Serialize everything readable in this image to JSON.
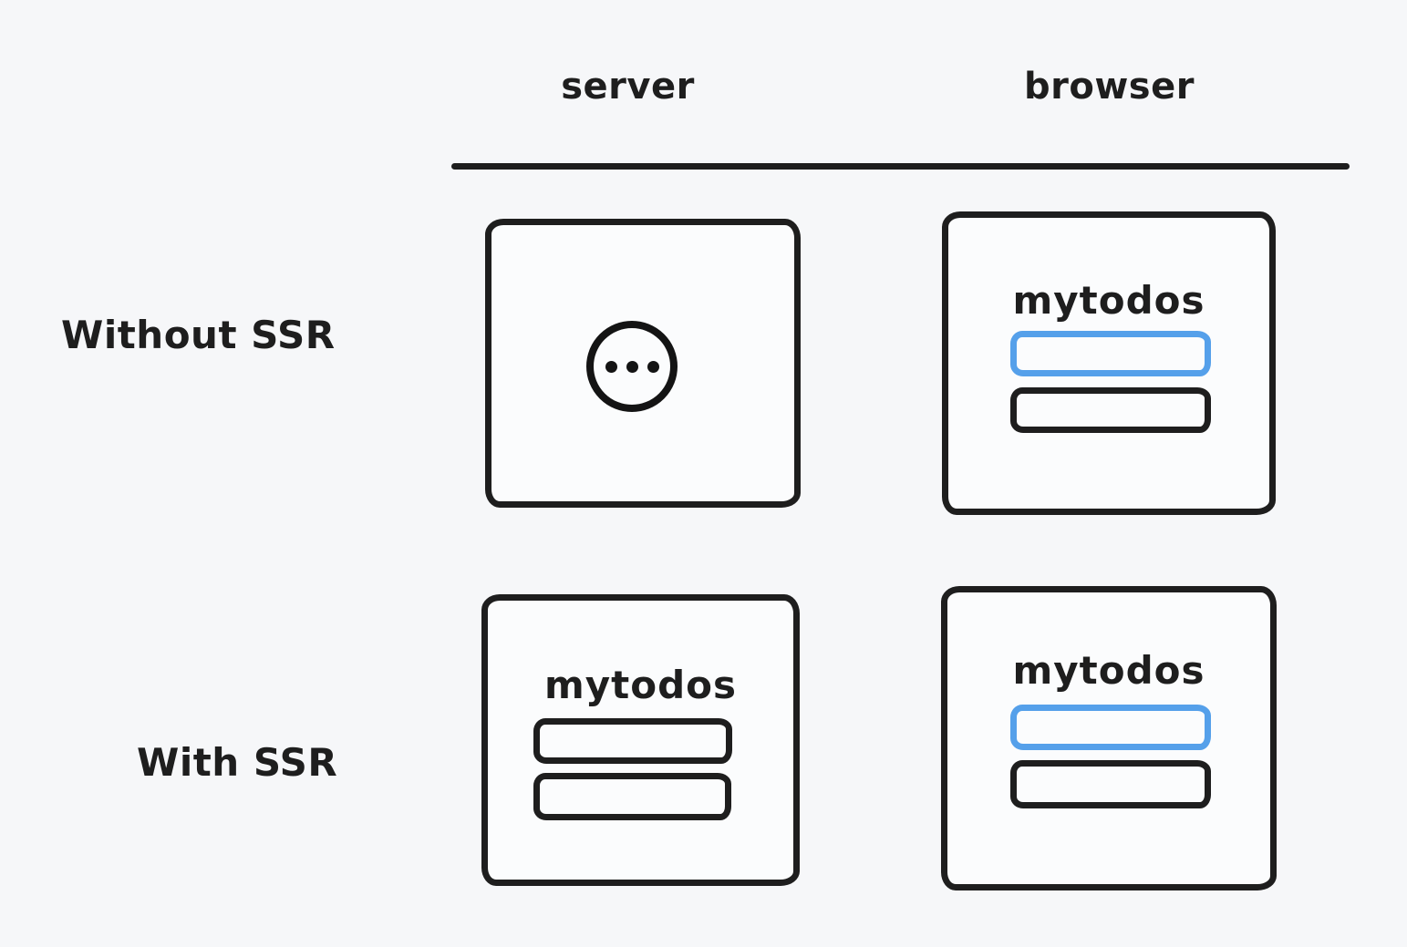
{
  "diagram": {
    "description": "Comparison of page delivery without and with server-side rendering (SSR)",
    "colors": {
      "background": "#f6f7f9",
      "ink": "#1e1e1e",
      "accent_blue": "#55a0ea",
      "box_fill": "#fbfcfd"
    },
    "columns": [
      {
        "label": "server"
      },
      {
        "label": "browser"
      }
    ],
    "rows": [
      {
        "label": "Without SSR",
        "server": {
          "type": "loading",
          "icon": "ellipsis-circle"
        },
        "browser": {
          "type": "app-window",
          "title": "mytodos",
          "items": [
            {
              "color": "blue"
            },
            {
              "color": "black"
            }
          ]
        }
      },
      {
        "label": "With SSR",
        "server": {
          "type": "app-window",
          "title": "mytodos",
          "items": [
            {
              "color": "black"
            },
            {
              "color": "black"
            }
          ]
        },
        "browser": {
          "type": "app-window",
          "title": "mytodos",
          "items": [
            {
              "color": "blue"
            },
            {
              "color": "black"
            }
          ]
        }
      }
    ]
  }
}
